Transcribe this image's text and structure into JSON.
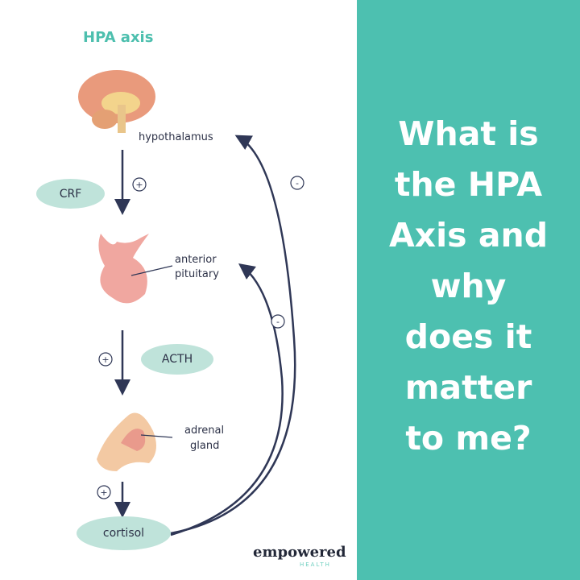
{
  "diagram": {
    "title": "HPA axis",
    "labels": {
      "hypothalamus": "hypothalamus",
      "pituitary_1": "anterior",
      "pituitary_2": "pituitary",
      "adrenal_1": "adrenal",
      "adrenal_2": "gland"
    },
    "pills": {
      "crf": "CRF",
      "acth": "ACTH",
      "cortisol": "cortisol"
    },
    "signs": {
      "plus": "+",
      "minus": "-"
    }
  },
  "headline": [
    "What is",
    "the HPA",
    "Axis and",
    "why",
    "does it",
    "matter",
    "to me?"
  ],
  "logo": {
    "name": "empowered",
    "sub": "HEALTH"
  },
  "colors": {
    "teal": "#4dc0b0",
    "pill": "#bfe3da",
    "arrow": "#2f3756"
  }
}
